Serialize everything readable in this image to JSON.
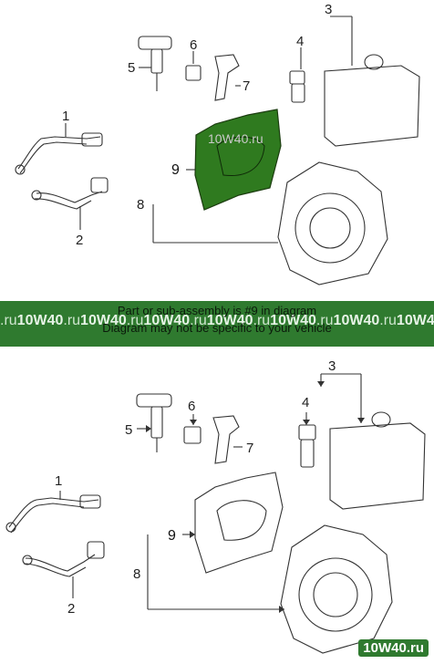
{
  "banner": {
    "message_line1": "Part or sub-assembly is #9 in diagram",
    "message_line2": "Diagram may not be specific to your vehicle",
    "watermark_tld": ".ru",
    "watermark_brand": "10W40"
  },
  "diagram_top": {
    "callouts": {
      "c1": "1",
      "c2": "2",
      "c3": "3",
      "c4": "4",
      "c5": "5",
      "c6": "6",
      "c7": "7",
      "c8": "8",
      "c9": "9"
    },
    "highlight_color": "#2f7a1f",
    "watermark": "10W40.ru"
  },
  "diagram_bottom": {
    "callouts": {
      "c1": "1",
      "c2": "2",
      "c3": "3",
      "c4": "4",
      "c5": "5",
      "c6": "6",
      "c7": "7",
      "c8": "8",
      "c9": "9"
    },
    "watermark": "10W40.ru"
  }
}
